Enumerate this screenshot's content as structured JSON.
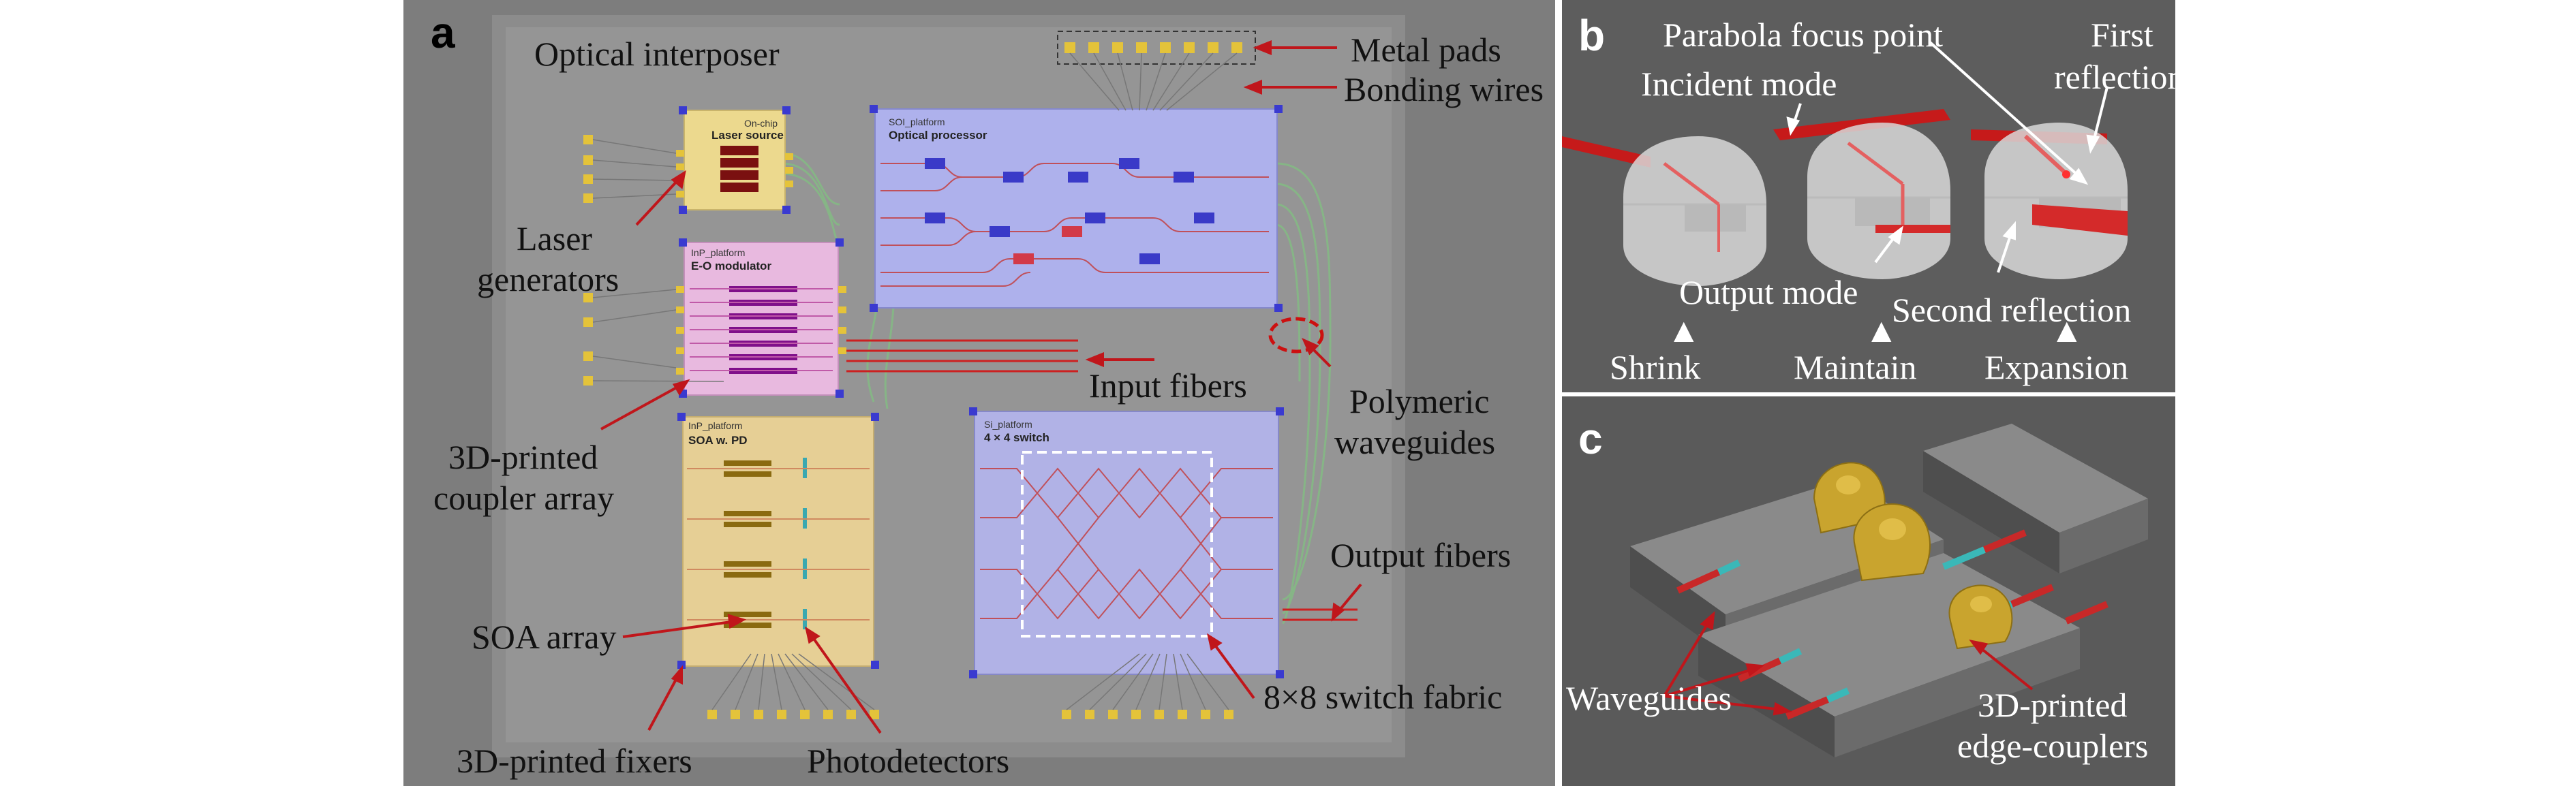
{
  "panel_a": {
    "letter": "a",
    "title": "Optical interposer",
    "chips": {
      "laser": {
        "platform": "On-chip",
        "name": "Laser source"
      },
      "modulator": {
        "platform": "InP_platform",
        "name": "E-O modulator"
      },
      "processor": {
        "platform": "SOI_platform",
        "name": "Optical processor"
      },
      "soa": {
        "platform": "InP_platform",
        "name": "SOA w. PD"
      },
      "switch": {
        "platform": "Si_platform",
        "name": "4 × 4 switch"
      }
    },
    "callouts": {
      "metal_pads": "Metal pads",
      "bonding_wires": "Bonding wires",
      "laser_line1": "Laser",
      "laser_line2": "generators",
      "input_fibers": "Input fibers",
      "polymeric_line1": "Polymeric",
      "polymeric_line2": "waveguides",
      "coupler_line1": "3D-printed",
      "coupler_line2": "coupler array",
      "output_fibers": "Output fibers",
      "soa_array": "SOA array",
      "switch_fabric": "8×8 switch fabric",
      "fixers": "3D-printed fixers",
      "photodetectors": "Photodetectors"
    }
  },
  "panel_b": {
    "letter": "b",
    "parabola_focus": "Parabola focus point",
    "first_line1": "First",
    "first_line2": "reflection",
    "incident_mode": "Incident mode",
    "output_mode": "Output mode",
    "second_reflection": "Second reflection",
    "shrink": "Shrink",
    "maintain": "Maintain",
    "expansion": "Expansion",
    "marker": "▲"
  },
  "panel_c": {
    "letter": "c",
    "waveguides": "Waveguides",
    "edge_line1": "3D-printed",
    "edge_line2": "edge-couplers"
  },
  "colors": {
    "annotation_red": "#c0161b",
    "laser_chip": "#ecd98e",
    "modulator_chip": "#e8b9df",
    "processor_chip": "#aeb1ec",
    "soa_chip": "#e6cf95",
    "switch_chip": "#b1b2e6",
    "pad_gold": "#e4c33a"
  }
}
